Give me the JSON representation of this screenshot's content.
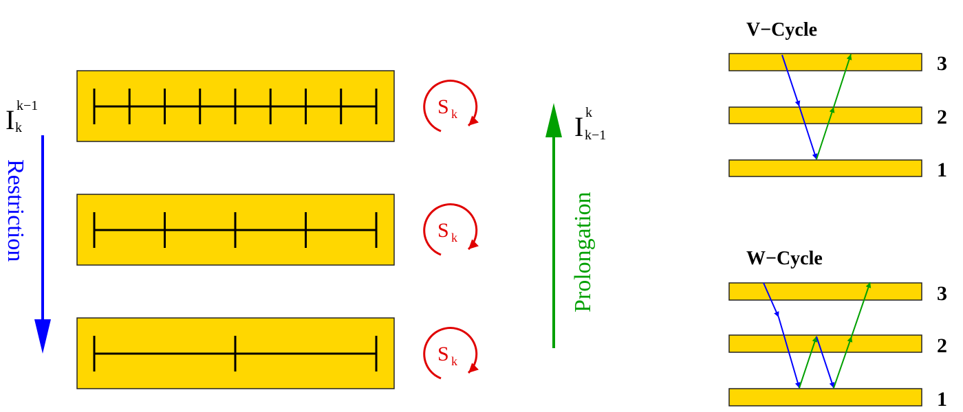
{
  "restriction": {
    "label": "Restriction",
    "operator": "I",
    "sub": "k",
    "sup": "k−1"
  },
  "prolongation": {
    "label": "Prolongation",
    "operator": "I",
    "sub": "k−1",
    "sup": "k"
  },
  "smoother": {
    "symbol": "S",
    "sub": "k"
  },
  "grids": [
    {
      "intervals": 8
    },
    {
      "intervals": 4
    },
    {
      "intervals": 2
    }
  ],
  "v_cycle": {
    "title": "V−Cycle",
    "levels": [
      "3",
      "2",
      "1"
    ]
  },
  "w_cycle": {
    "title": "W−Cycle",
    "levels": [
      "3",
      "2",
      "1"
    ]
  },
  "colors": {
    "grid_fill": "#ffd700",
    "restriction": "#0000ff",
    "prolongation": "#00a000",
    "smoother": "#e00000"
  }
}
